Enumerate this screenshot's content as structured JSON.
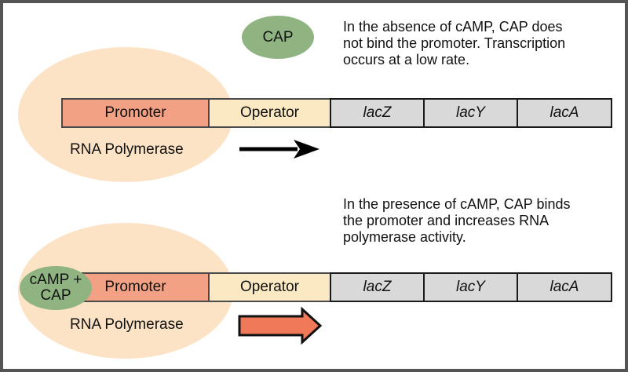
{
  "colors": {
    "frame": "#545454",
    "background": "#ffffff",
    "polymerase_ellipse": "#FCE3C5",
    "cap_green": "#8FB481",
    "promoter_fill": "#F2A184",
    "operator_fill": "#FAE9C2",
    "gene_fill": "#D9D9D9",
    "block_arrow_fill": "#EF7959",
    "text": "#111111"
  },
  "top_panel": {
    "cap_label": "CAP",
    "caption_lines": {
      "0": "In the absence of cAMP, CAP does",
      "1": "not bind the promoter. Transcription",
      "2": "occurs at a low rate."
    },
    "polymerase_label": "RNA Polymerase",
    "segments": {
      "promoter": "Promoter",
      "operator": "Operator",
      "lacZ": "lacZ",
      "lacY": "lacY",
      "lacA": "lacA"
    }
  },
  "bottom_panel": {
    "complex_lines": {
      "0": "cAMP +",
      "1": "CAP"
    },
    "caption_lines": {
      "0": "In the presence of cAMP, CAP binds",
      "1": "the promoter and increases RNA",
      "2": "polymerase activity."
    },
    "polymerase_label": "RNA Polymerase",
    "segments": {
      "promoter": "Promoter",
      "operator": "Operator",
      "lacZ": "lacZ",
      "lacY": "lacY",
      "lacA": "lacA"
    }
  }
}
